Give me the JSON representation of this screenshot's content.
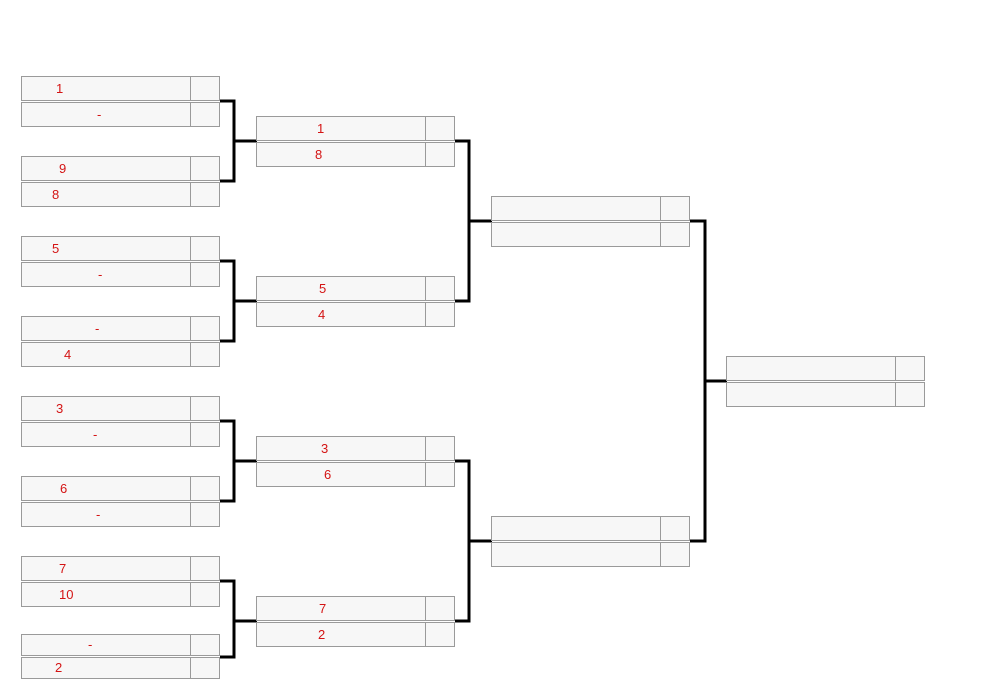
{
  "bracket": {
    "round1": [
      {
        "top_seed": "1",
        "bottom_seed": "-"
      },
      {
        "top_seed": "9",
        "bottom_seed": "8"
      },
      {
        "top_seed": "5",
        "bottom_seed": "-"
      },
      {
        "top_seed": "-",
        "bottom_seed": "4"
      },
      {
        "top_seed": "3",
        "bottom_seed": "-"
      },
      {
        "top_seed": "6",
        "bottom_seed": "-"
      },
      {
        "top_seed": "7",
        "bottom_seed": "10"
      },
      {
        "top_seed": "-",
        "bottom_seed": "2"
      }
    ],
    "round2": [
      {
        "top_seed": "1",
        "bottom_seed": "8"
      },
      {
        "top_seed": "5",
        "bottom_seed": "4"
      },
      {
        "top_seed": "3",
        "bottom_seed": "6"
      },
      {
        "top_seed": "7",
        "bottom_seed": "2"
      }
    ],
    "semifinal": [
      {
        "top_seed": "",
        "bottom_seed": ""
      },
      {
        "top_seed": "",
        "bottom_seed": ""
      }
    ],
    "final": {
      "top_seed": "",
      "bottom_seed": ""
    },
    "colors": {
      "seed_text": "#d41414",
      "slot_border": "#9a9a9a",
      "slot_fill": "#f7f7f7",
      "connector": "#000000"
    }
  }
}
